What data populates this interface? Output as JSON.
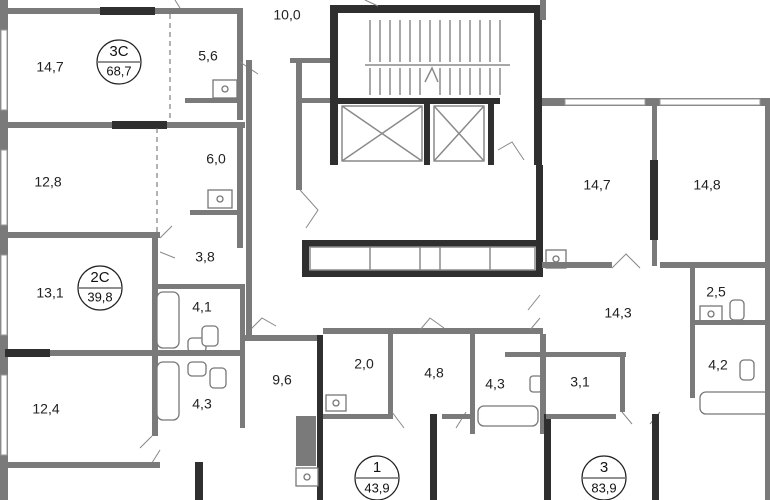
{
  "rooms": [
    {
      "id": "r1",
      "label": "14,7"
    },
    {
      "id": "r2",
      "label": "5,6"
    },
    {
      "id": "r3",
      "label": "10,0"
    },
    {
      "id": "r4",
      "label": "6,0"
    },
    {
      "id": "r5",
      "label": "12,8"
    },
    {
      "id": "r6",
      "label": "3,8"
    },
    {
      "id": "r7",
      "label": "13,1"
    },
    {
      "id": "r8",
      "label": "4,1"
    },
    {
      "id": "r9",
      "label": "4,3"
    },
    {
      "id": "r10",
      "label": "12,4"
    },
    {
      "id": "r11",
      "label": "9,6"
    },
    {
      "id": "r12",
      "label": "2,0"
    },
    {
      "id": "r13",
      "label": "4,8"
    },
    {
      "id": "r14",
      "label": "4,3"
    },
    {
      "id": "r15",
      "label": "3,1"
    },
    {
      "id": "r16",
      "label": "14,7"
    },
    {
      "id": "r17",
      "label": "14,8"
    },
    {
      "id": "r18",
      "label": "14,3"
    },
    {
      "id": "r19",
      "label": "2,5"
    },
    {
      "id": "r20",
      "label": "4,2"
    }
  ],
  "apartments": [
    {
      "id": "apt-3c",
      "type": "3С",
      "total": "68,7"
    },
    {
      "id": "apt-2c",
      "type": "2С",
      "total": "39,8"
    },
    {
      "id": "apt-1",
      "type": "1",
      "total": "43,9"
    },
    {
      "id": "apt-3",
      "type": "3",
      "total": "83,9"
    }
  ]
}
